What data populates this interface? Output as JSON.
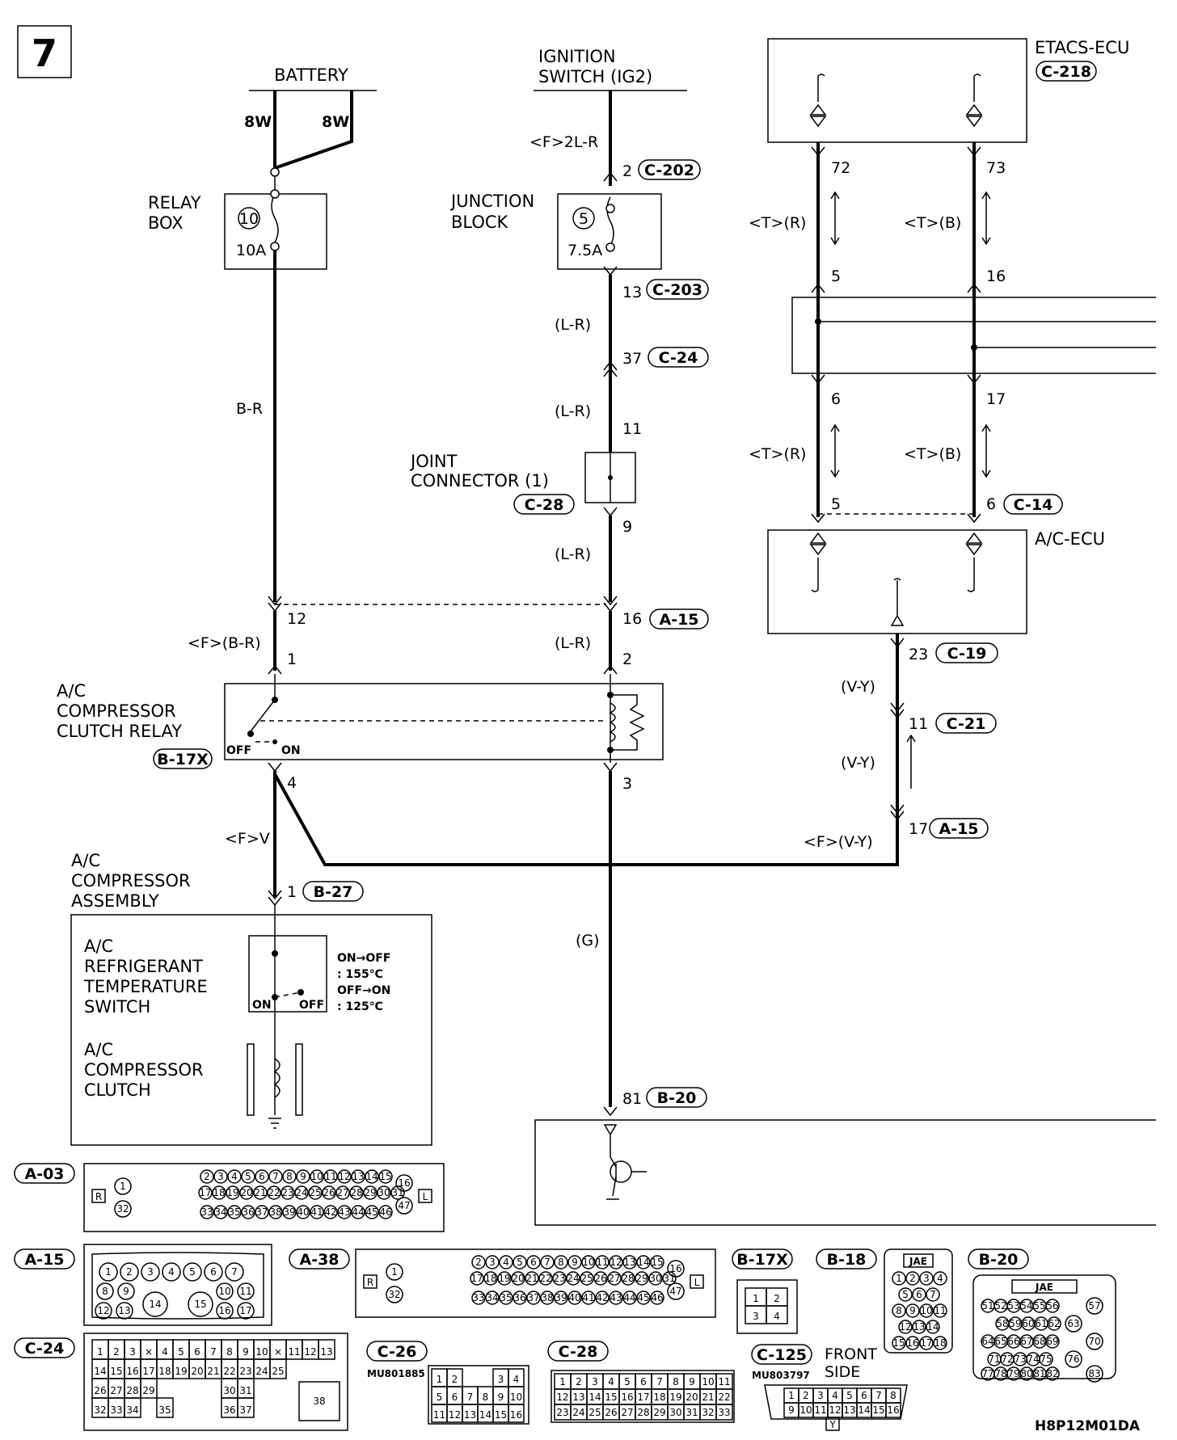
{
  "page_number": "7",
  "diagram_code": "H8P12M01DA",
  "components": {
    "battery": "BATTERY",
    "ignition_switch": [
      "IGNITION",
      "SWITCH (IG2)"
    ],
    "etacs_ecu": "ETACS-ECU",
    "etacs_connector": "C-218",
    "relay_box": [
      "RELAY",
      "BOX"
    ],
    "relay_box_fuse_no": "10",
    "relay_box_fuse_amp": "10A",
    "junction_block": [
      "JUNCTION",
      "BLOCK"
    ],
    "junction_fuse_no": "5",
    "junction_fuse_amp": "7.5A",
    "joint_connector": [
      "JOINT",
      "CONNECTOR (1)"
    ],
    "joint_connector_id": "C-28",
    "ac_ecu": "A/C-ECU",
    "relay": [
      "A/C",
      "COMPRESSOR",
      "CLUTCH RELAY"
    ],
    "relay_connector": "B-17X",
    "relay_off": "OFF",
    "relay_on": "ON",
    "compressor_assembly": [
      "A/C",
      "COMPRESSOR",
      "ASSEMBLY"
    ],
    "refrigerant_switch": [
      "A/C",
      "REFRIGERANT",
      "TEMPERATURE",
      "SWITCH"
    ],
    "switch_on": "ON",
    "switch_off": "OFF",
    "switch_spec": [
      "ON→OFF",
      ": 155℃",
      "OFF→ON",
      ": 125℃"
    ],
    "compressor_clutch": [
      "A/C",
      "COMPRESSOR",
      "CLUTCH"
    ]
  },
  "wires": {
    "bat_left": "8W",
    "bat_right": "8W",
    "br": "B-R",
    "f_br": "<F>(B-R)",
    "f_v": "<F>V",
    "ig_f": "<F>2L-R",
    "lr": "(L-R)",
    "g": "(G)",
    "tr": "<T>(R)",
    "tb": "<T>(B)",
    "vy": "(V-Y)",
    "f_vy": "<F>(V-Y)"
  },
  "pins": {
    "ig_2": "2",
    "c202": "C-202",
    "ig_13": "13",
    "c203": "C-203",
    "ig_37": "37",
    "c24": "C-24",
    "ig_11": "11",
    "ig_9": "9",
    "ig_16": "16",
    "a15": "A-15",
    "relay_2": "2",
    "relay_3": "3",
    "bat_12": "12",
    "relay_1": "1",
    "relay_4": "4",
    "comp_1": "1",
    "b27": "B-27",
    "ecu_72": "72",
    "ecu_73": "73",
    "mid_5": "5",
    "mid_16": "16",
    "mid_6": "6",
    "mid_17": "17",
    "ac_5": "5",
    "ac_6": "6",
    "c14": "C-14",
    "ac_23": "23",
    "c19": "C-19",
    "vy_11": "11",
    "c21": "C-21",
    "vy_17": "17",
    "a15b": "A-15",
    "b20_81": "81",
    "b20": "B-20"
  },
  "connectors": {
    "a03": "A-03",
    "a15": "A-15",
    "a38": "A-38",
    "b17x": "B-17X",
    "b18": "B-18",
    "b20": "B-20",
    "c24": "C-24",
    "c26": "C-26",
    "c28": "C-28",
    "c125": "C-125",
    "c26_part": "MU801885",
    "c125_part": "MU803797",
    "front_side": [
      "FRONT",
      "SIDE"
    ],
    "jae": "JAE",
    "r": "R",
    "l": "L",
    "y": "Y"
  }
}
